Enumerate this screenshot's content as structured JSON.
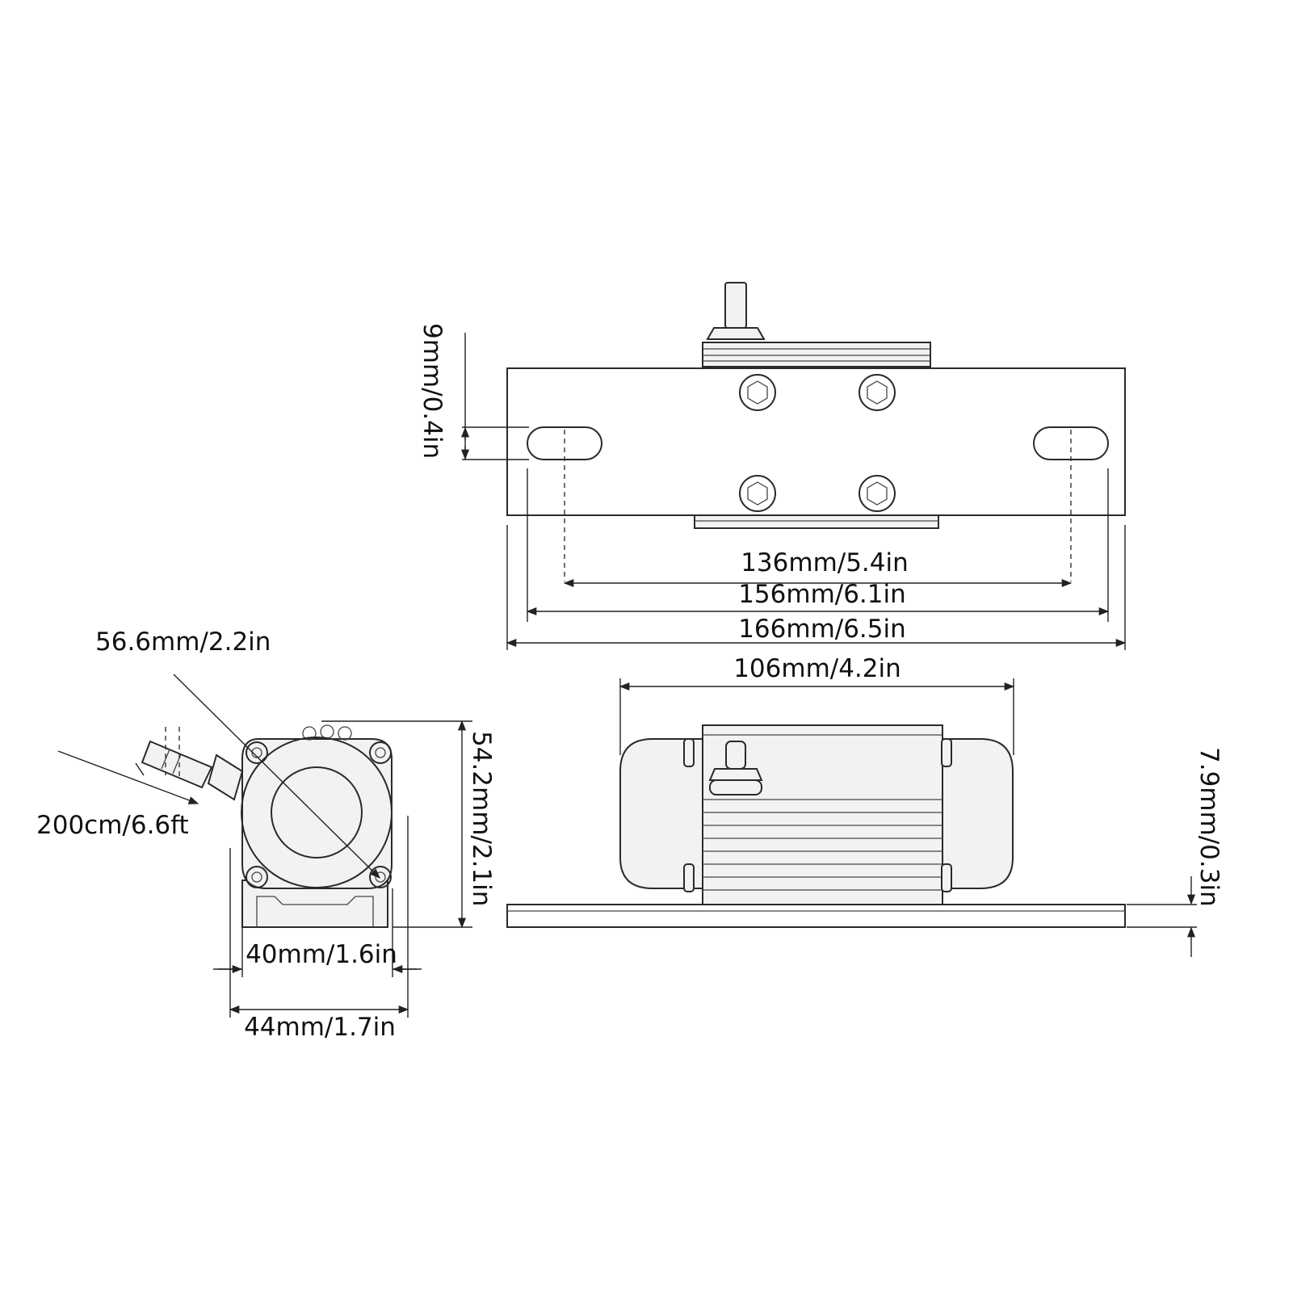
{
  "dimensions": {
    "plate_mount_hole_spacing": "136mm/5.4in",
    "plate_slot_outer_spacing": "156mm/6.1in",
    "plate_total_length": "166mm/6.5in",
    "slot_width": "9mm/0.4in",
    "motor_body_length": "106mm/4.2in",
    "plate_thickness": "7.9mm/0.3in",
    "flange_diagonal": "56.6mm/2.2in",
    "cable_length": "200cm/6.6ft",
    "end_view_height": "54.2mm/2.1in",
    "end_view_inner_width": "40mm/1.6in",
    "end_view_outer_width": "44mm/1.7in"
  }
}
